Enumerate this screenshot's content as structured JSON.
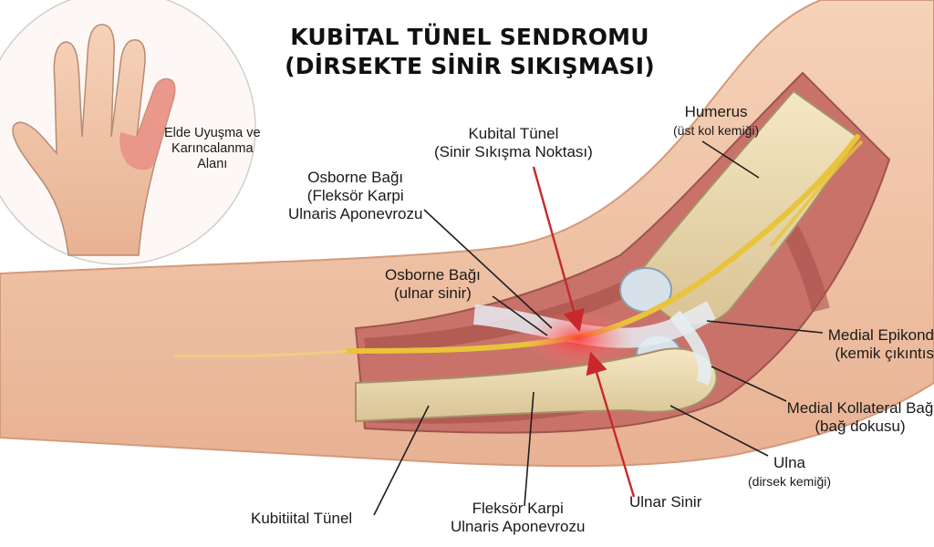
{
  "title": {
    "line1": "KUBİTAL TÜNEL SENDROMU",
    "line2": "(DİRSEKTE SİNİR SIKIŞMASI)"
  },
  "inset": {
    "label_line1": "Elde Uyuşma ve",
    "label_line2": "Karıncalanma",
    "label_line3": "Alanı",
    "numb_area_color": "#e88f85"
  },
  "labels": {
    "humerus": {
      "name": "Humerus",
      "sub": "(üst kol kemiği)"
    },
    "cubital_tunnel": {
      "line1": "Kubital Tünel",
      "line2": "(Sinir Sıkışma Noktası)"
    },
    "osborne_fcu": {
      "line1": "Osborne Bağı",
      "line2": "(Fleksör Karpi",
      "line3": "Ulnaris Aponevrozu"
    },
    "osborne_ulnar": {
      "line1": "Osborne Bağı",
      "line2": "(ulnar sinir)"
    },
    "medial_epicondyle": {
      "line1": "Medial Epikond",
      "line2": "(kemik çıkıntıs"
    },
    "medial_collateral": {
      "line1": "Medial Kollateral Bağ",
      "line2": "(bağ dokusu)"
    },
    "ulna": {
      "name": "Ulna",
      "sub": "(dirsek kemiği)"
    },
    "ulnar_nerve": "Ulnar Sinir",
    "fcu_aponeurosis": {
      "line1": "Fleksör Karpi",
      "line2": "Ulnaris Aponevrozu"
    },
    "kubitiital_tunnel": "Kubitiital Tünel"
  },
  "colors": {
    "skin": "#f3c9ad",
    "skin_shadow": "#dc9f80",
    "bone": "#ecdcb0",
    "muscle": "#b95f57",
    "nerve": "#e9c33a",
    "compression": "#f04848",
    "arrow": "#c8282c"
  }
}
